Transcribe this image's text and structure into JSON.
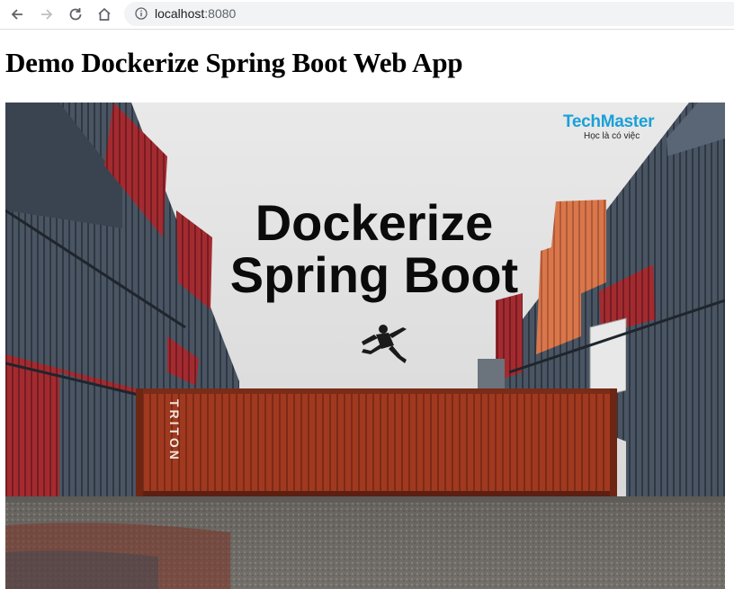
{
  "browser": {
    "url_host": "localhost",
    "url_port": ":8080"
  },
  "page": {
    "title": "Demo Dockerize Spring Boot Web App"
  },
  "hero": {
    "headline_line1": "Dockerize",
    "headline_line2": "Spring Boot",
    "brand_name": "TechMaster",
    "brand_tagline": "Học là có việc",
    "container_lettering": "TRITON"
  },
  "colors": {
    "brand": "#1aa0d8",
    "container_orange": "#a33b22"
  }
}
